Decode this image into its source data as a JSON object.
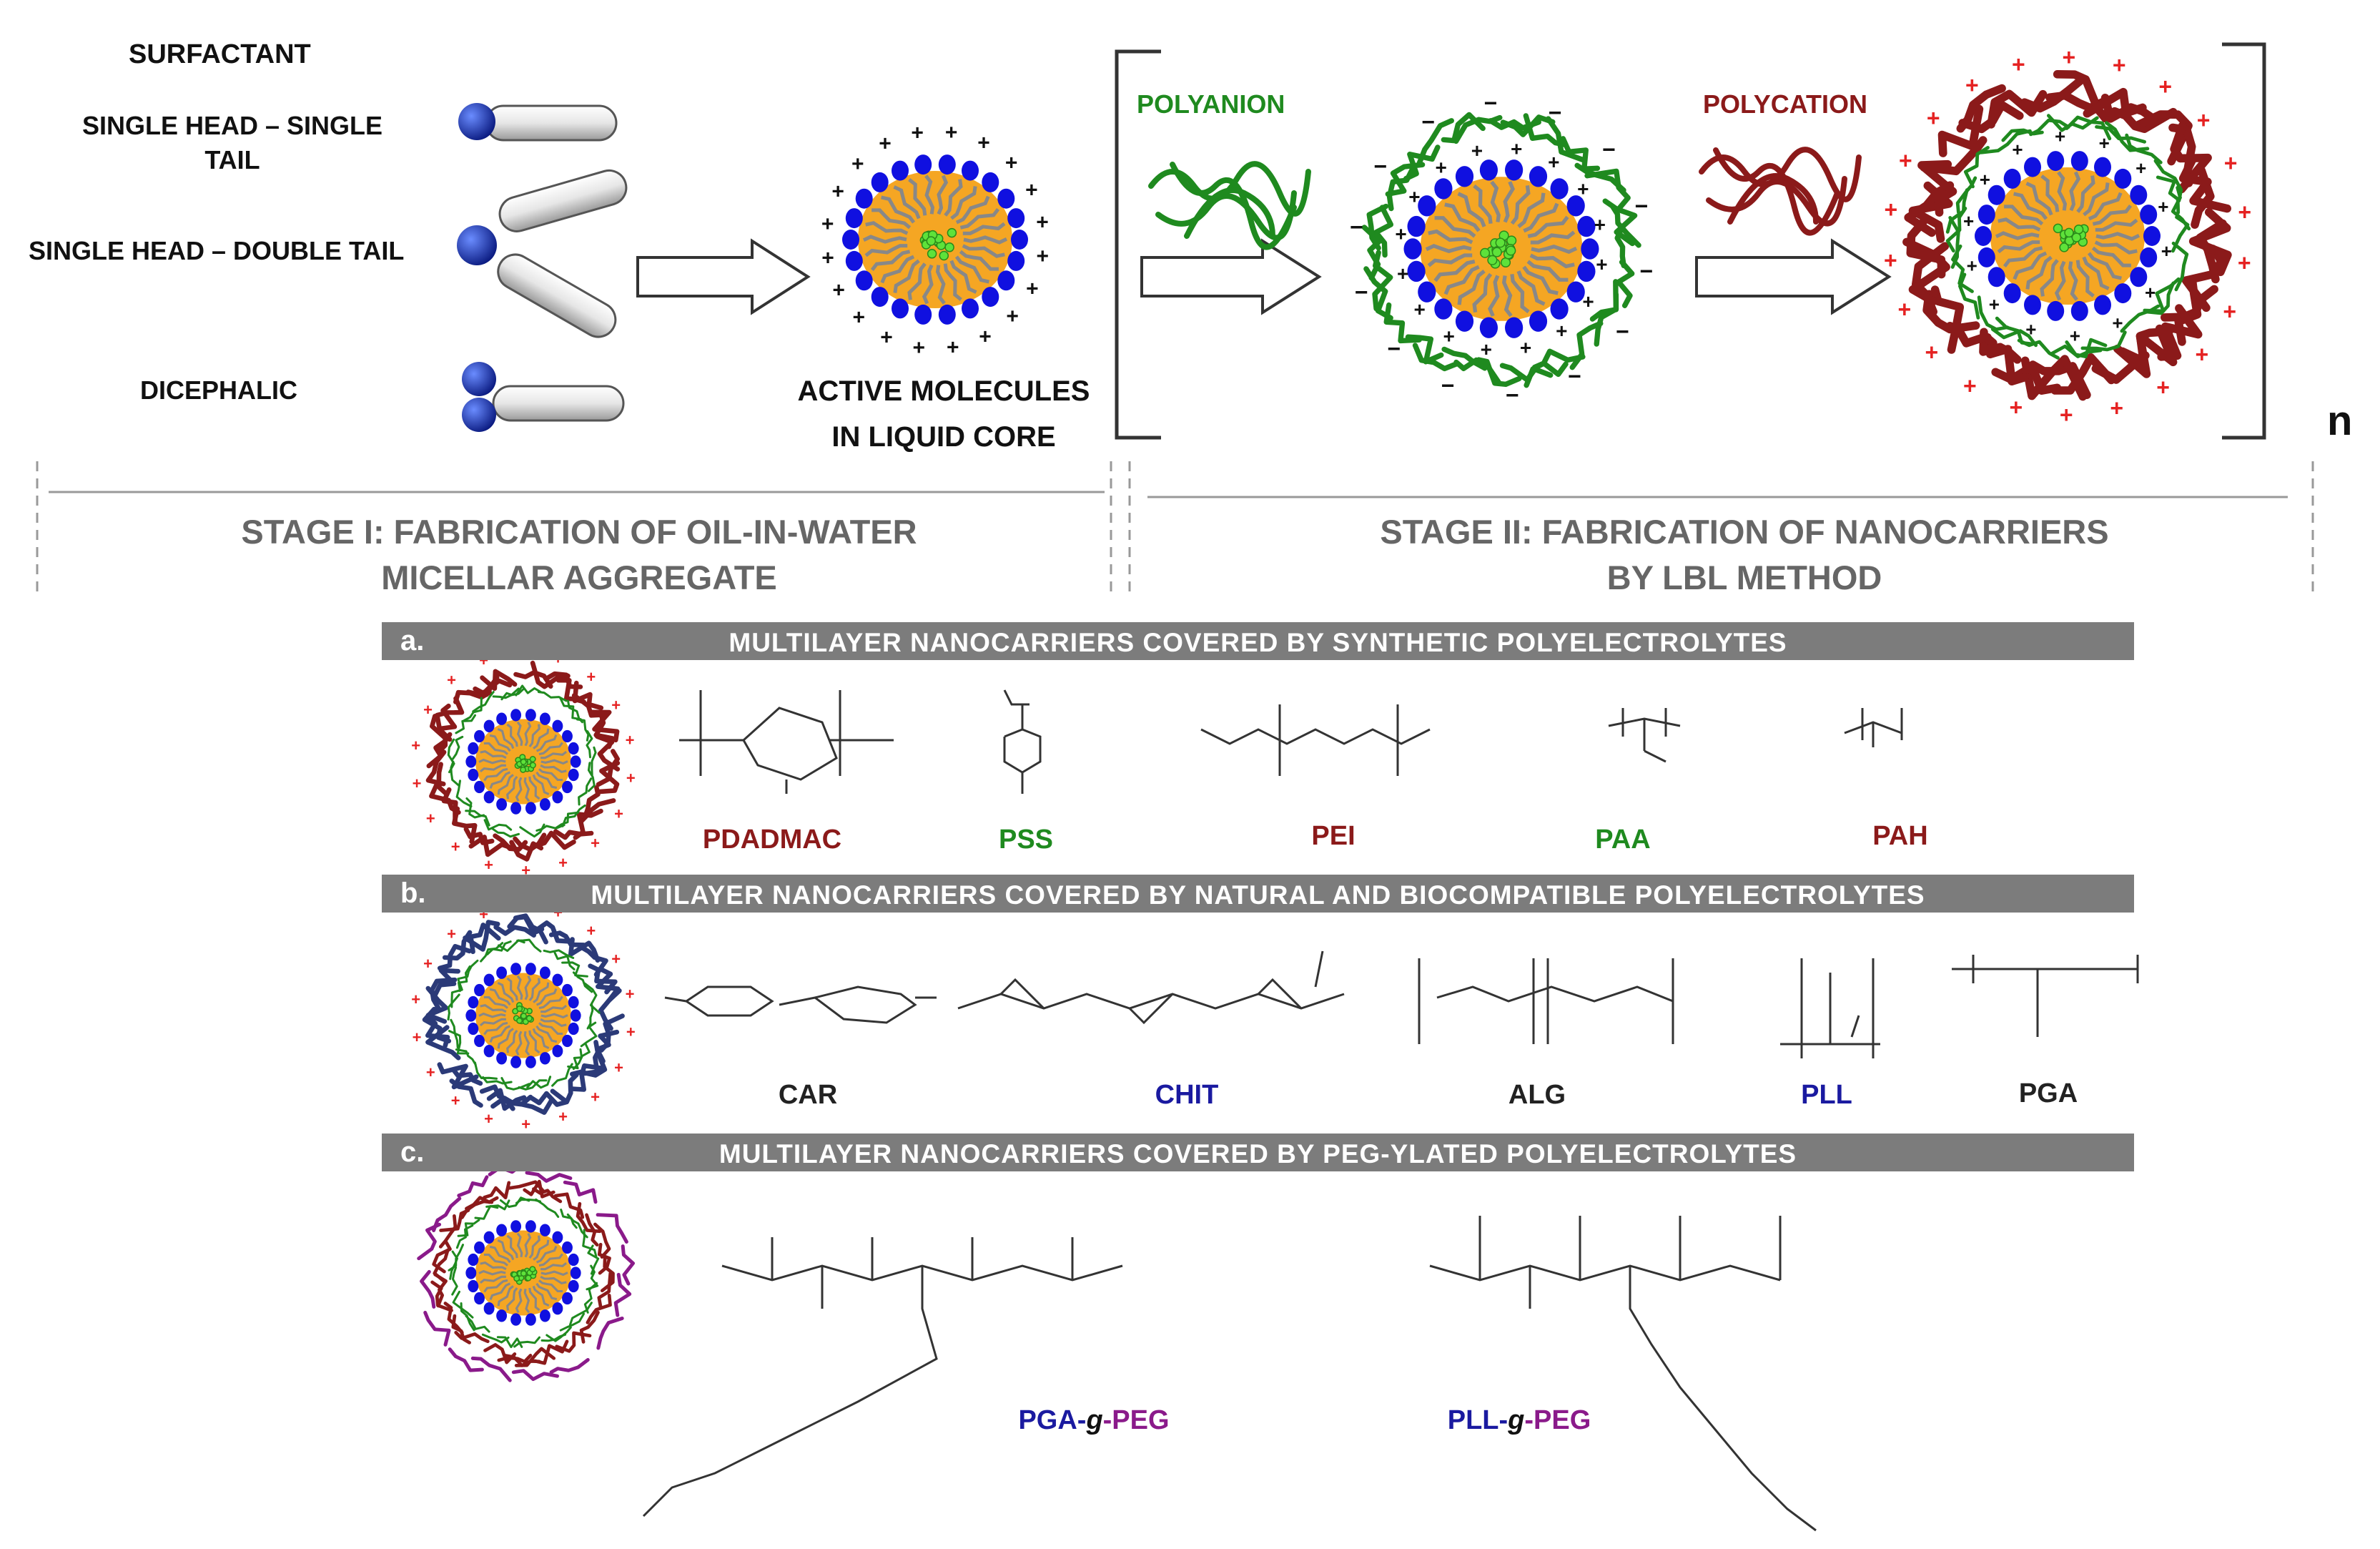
{
  "surfactant": {
    "header": "SURFACTANT",
    "single_single": [
      "SINGLE HEAD – SINGLE",
      "TAIL"
    ],
    "single_double": "SINGLE HEAD – DOUBLE TAIL",
    "dicephalic": "DICEPHALIC"
  },
  "core_label": [
    "ACTIVE MOLECULES",
    "IN  LIQUID CORE"
  ],
  "polyanion": "POLYANION",
  "polycation": "POLYCATION",
  "repeat_n": "n",
  "stage1": [
    "STAGE I: FABRICATION OF OIL-IN-WATER",
    "MICELLAR AGGREGATE"
  ],
  "stage2": [
    "STAGE II: FABRICATION OF NANOCARRIERS",
    "BY LBL METHOD"
  ],
  "panel_a": {
    "letter": "a.",
    "title": "MULTILAYER NANOCARRIERS COVERED BY SYNTHETIC POLYELECTROLYTES",
    "labels": [
      "PDADMAC",
      "PSS",
      "PEI",
      "PAA",
      "PAH"
    ]
  },
  "panel_b": {
    "letter": "b.",
    "title": "MULTILAYER NANOCARRIERS COVERED BY NATURAL AND BIOCOMPATIBLE POLYELECTROLYTES",
    "labels": [
      "CAR",
      "CHIT",
      "ALG",
      "PLL",
      "PGA"
    ]
  },
  "panel_c": {
    "letter": "c.",
    "title": "MULTILAYER NANOCARRIERS COVERED BY PEG-YLATED POLYELECTROLYTES",
    "labels": [
      {
        "a": "PGA-",
        "b": "g",
        "c": "-PEG"
      },
      {
        "a": "PLL-",
        "b": "g",
        "c": "-PEG"
      }
    ]
  },
  "colors": {
    "core": "#f5a623",
    "head": "#1010e0",
    "tail": "#888888",
    "drug": "#5ee23a",
    "polyanion": "#1f8a1f",
    "polycation": "#8b1a1a",
    "natural_shell": "#2b3a78",
    "peg": "#8a1a8a",
    "bar": "#7c7c7c",
    "stage_text": "#666666",
    "blue_label": "#1a1aa0",
    "purple_label": "#8a1a8a"
  }
}
